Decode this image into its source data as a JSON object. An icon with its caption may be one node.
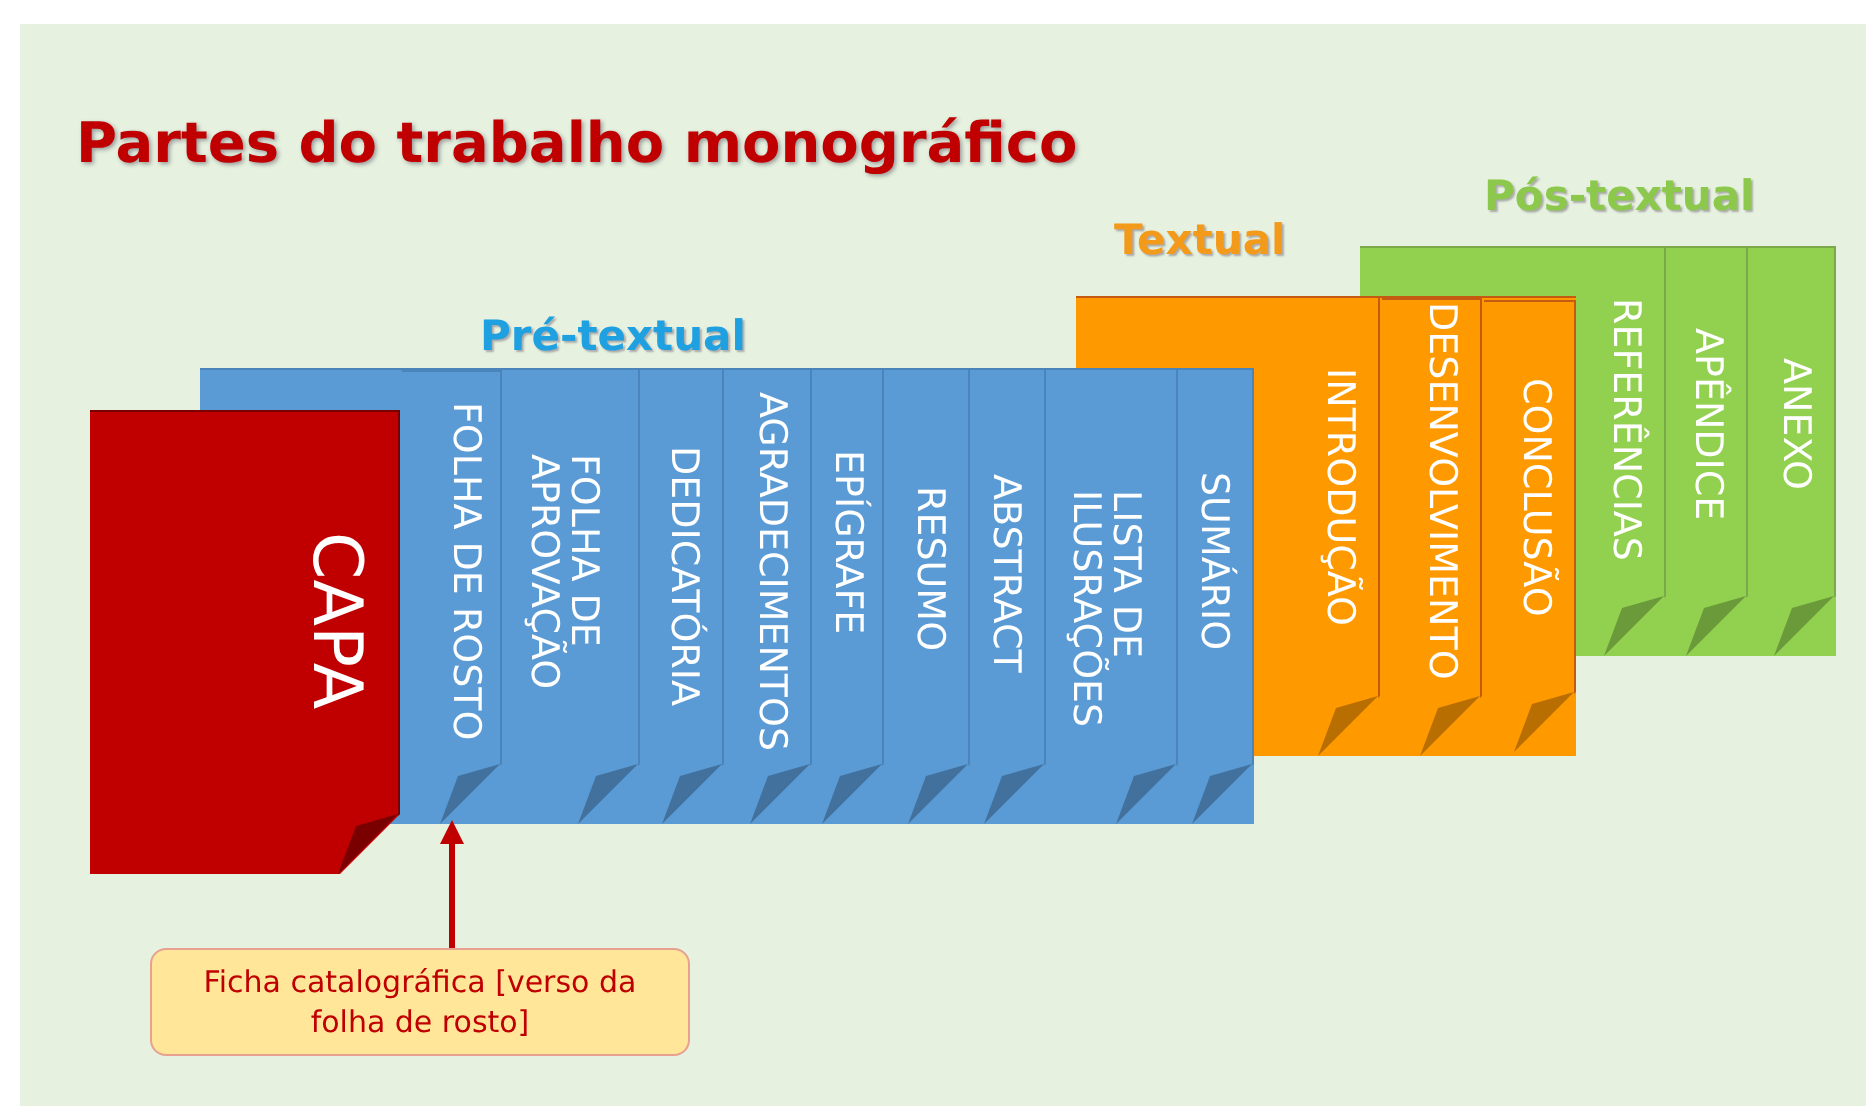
{
  "diagram": {
    "title": "Partes do trabalho monográfico",
    "nodes": [
      {
        "text": [
          "CAPA"
        ]
      },
      {
        "text": [
          "FOLHA DE ROSTO"
        ]
      },
      {
        "text": [
          "FOLHA DE APROVAÇÃO"
        ]
      },
      {
        "text": [
          "DEDICATÓRIA"
        ]
      },
      {
        "text": [
          "AGRADECIMENTOS"
        ]
      },
      {
        "text": [
          "EPÍGRAFE"
        ]
      },
      {
        "text": [
          "RESUMO"
        ]
      },
      {
        "text": [
          "ABSTRACT"
        ]
      },
      {
        "text": [
          "LISTA DE ILUSRAÇÕES"
        ]
      },
      {
        "text": [
          "SUMÁRIO"
        ]
      },
      {
        "text": [
          "INTRODUÇÃO"
        ]
      },
      {
        "text": [
          "DESENVOLVIMENTO"
        ]
      },
      {
        "text": [
          "CONCLUSÃO"
        ]
      },
      {
        "text": [
          "REFERÊNCIAS"
        ]
      },
      {
        "text": [
          "APÊNDICE"
        ]
      },
      {
        "text": [
          "ANEXO"
        ]
      },
      {
        "text": [
          "Ficha catalográfica [verso da folha de rosto]"
        ]
      }
    ],
    "edges": [
      {
        "from": 16,
        "to": 1,
        "arrow": "to",
        "color": "#c00000"
      }
    ],
    "labels": [
      "Pós-textual",
      "Textual",
      "Pré-textual"
    ]
  }
}
